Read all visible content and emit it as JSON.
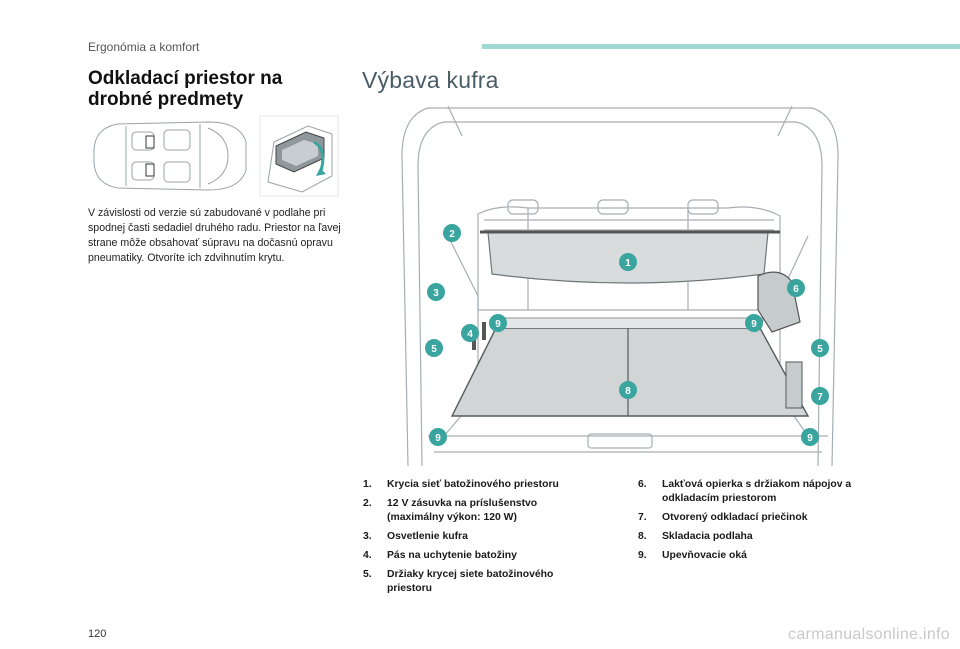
{
  "header": {
    "chapter": "Ergonómia a komfort",
    "accent_color": "#9fd8d3"
  },
  "left": {
    "title": "Odkladací priestor na drobné predmety",
    "intro": "V závislosti od verzie sú zabudované v podlahe pri spodnej časti sedadiel druhého radu. Priestor na ľavej strane môže obsahovať súpravu na dočasnú opravu pneumatiky. Otvoríte ich zdvihnutím krytu."
  },
  "right": {
    "title": "Výbava kufra",
    "callout_color": "#3aa59e",
    "callouts": [
      "1",
      "2",
      "3",
      "4",
      "5",
      "5",
      "6",
      "7",
      "8",
      "9",
      "9",
      "9",
      "9"
    ]
  },
  "items_col1": [
    {
      "num": "1.",
      "text": "Krycia sieť batožinového priestoru"
    },
    {
      "num": "2.",
      "text": "12 V zásuvka na príslušenstvo (maximálny výkon: 120 W)"
    },
    {
      "num": "3.",
      "text": "Osvetlenie kufra"
    },
    {
      "num": "4.",
      "text": "Pás na uchytenie batožiny"
    },
    {
      "num": "5.",
      "text": "Držiaky krycej siete batožinového priestoru"
    }
  ],
  "items_col2": [
    {
      "num": "6.",
      "text": "Lakťová opierka s držiakom nápojov a odkladacím priestorom"
    },
    {
      "num": "7.",
      "text": "Otvorený odkladací priečinok"
    },
    {
      "num": "8.",
      "text": "Skladacia podlaha"
    },
    {
      "num": "9.",
      "text": "Upevňovacie oká"
    }
  ],
  "footer": {
    "page_number": "120",
    "watermark": "carmanualsonline.info"
  }
}
